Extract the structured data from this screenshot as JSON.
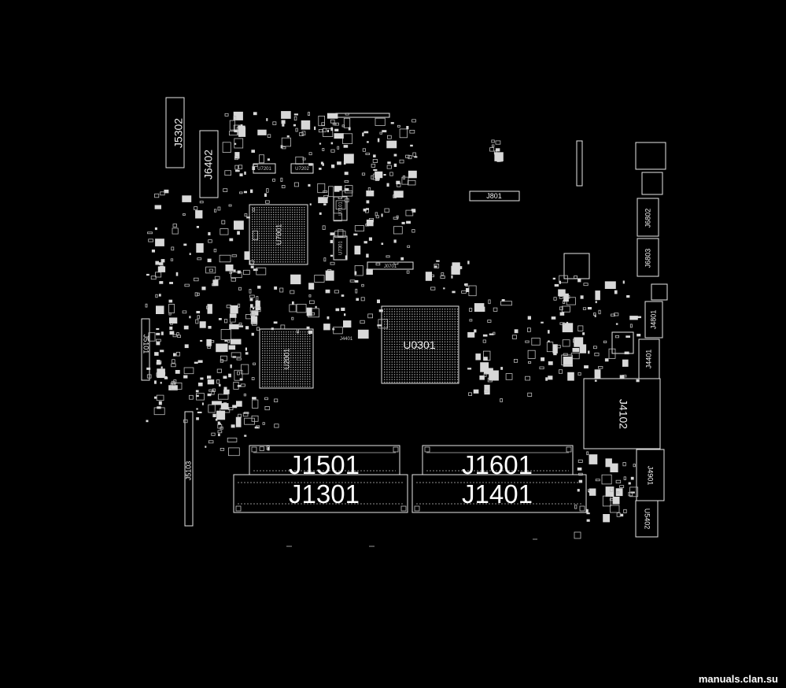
{
  "watermark": "manuals.clan.su",
  "labels": {
    "j5302": "J5302",
    "j6402": "J6402",
    "u7001": "U7001",
    "u7201": "U7201",
    "u7202": "U7202",
    "u7101": "U7101",
    "u7301": "U7301",
    "j801": "J801",
    "j0701": "J0701",
    "j6802": "J6802",
    "j6803": "J6803",
    "j4801": "J4801",
    "j4401": "J4401",
    "j4102": "J4102",
    "j4901": "J4901",
    "u5402": "U5402",
    "j5101": "J5101",
    "j5103": "J5103",
    "u0301": "U0301",
    "u2001": "U2001",
    "j4401b": "J4401",
    "j1501": "J1501",
    "j1601": "J1601",
    "j1301": "J1301",
    "j1401": "J1401"
  }
}
